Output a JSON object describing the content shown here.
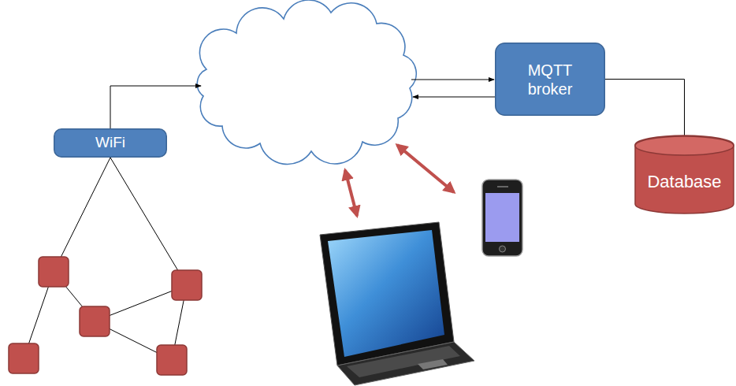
{
  "diagram": {
    "nodes": [
      {
        "text": [
          "MQTT broker"
        ]
      },
      {
        "text": [
          "WiFi"
        ]
      },
      {
        "text": [
          "Database"
        ]
      }
    ],
    "edges": [
      {
        "from": 0,
        "to": 2,
        "arrow": "none"
      }
    ]
  }
}
